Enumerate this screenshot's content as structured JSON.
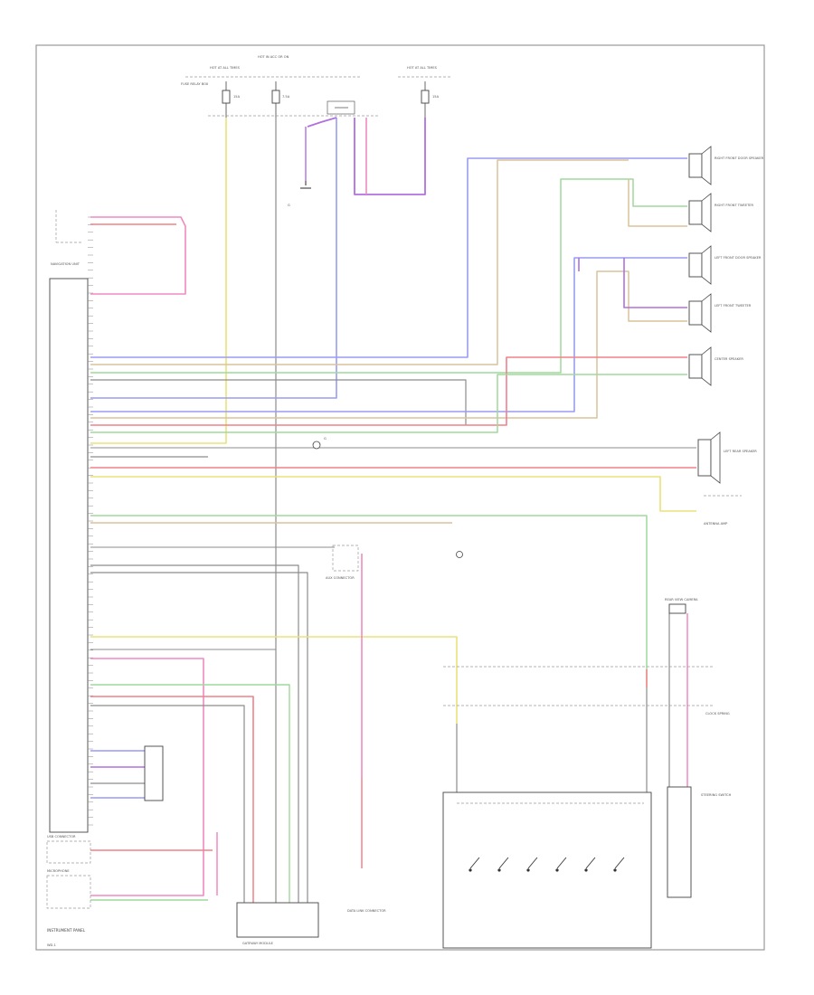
{
  "colors": {
    "yellow": "#e9e27a",
    "tan": "#d8c49a",
    "green": "#9fd99a",
    "blue": "#9a9cf2",
    "violet": "#b070e0",
    "red": "#f2808a",
    "pink": "#f08ac0",
    "gray": "#8c8c8c",
    "black": "#2a2a2a"
  },
  "labels": {
    "fuse_hot_a": "HOT AT ALL TIMES",
    "fuse_hot_b": "HOT IN ACC OR ON",
    "fuse_hot_c": "HOT AT ALL TIMES",
    "fuse_amp_1": "15A",
    "fuse_amp_2": "7.5A",
    "fuse_amp_3": "15A",
    "fuse_note": "FUSE RELAY BOX",
    "ground_1": "G",
    "head_unit": "NAVIGATION UNIT",
    "antenna": "ANTENNA AMP",
    "rf_speaker": "RIGHT FRONT DOOR SPEAKER",
    "rf_tweeter": "RIGHT FRONT TWEETER",
    "lf_speaker": "LEFT FRONT DOOR SPEAKER",
    "lf_tweeter": "LEFT FRONT TWEETER",
    "center_speaker": "CENTER SPEAKER",
    "lr_speaker": "LEFT REAR SPEAKER",
    "steering_switch": "STEERING SWITCH",
    "clock_spring": "CLOCK SPRING",
    "camera": "REAR VIEW CAMERA",
    "microphone": "MICROPHONE",
    "usb": "USB CONNECTOR",
    "aux": "AUX CONNECTOR",
    "gateway": "GATEWAY MODULE",
    "data_link": "DATA LINK CONNECTOR",
    "ground_2": "G",
    "footer": "INSTRUMENT PANEL",
    "code": "WD-1"
  }
}
